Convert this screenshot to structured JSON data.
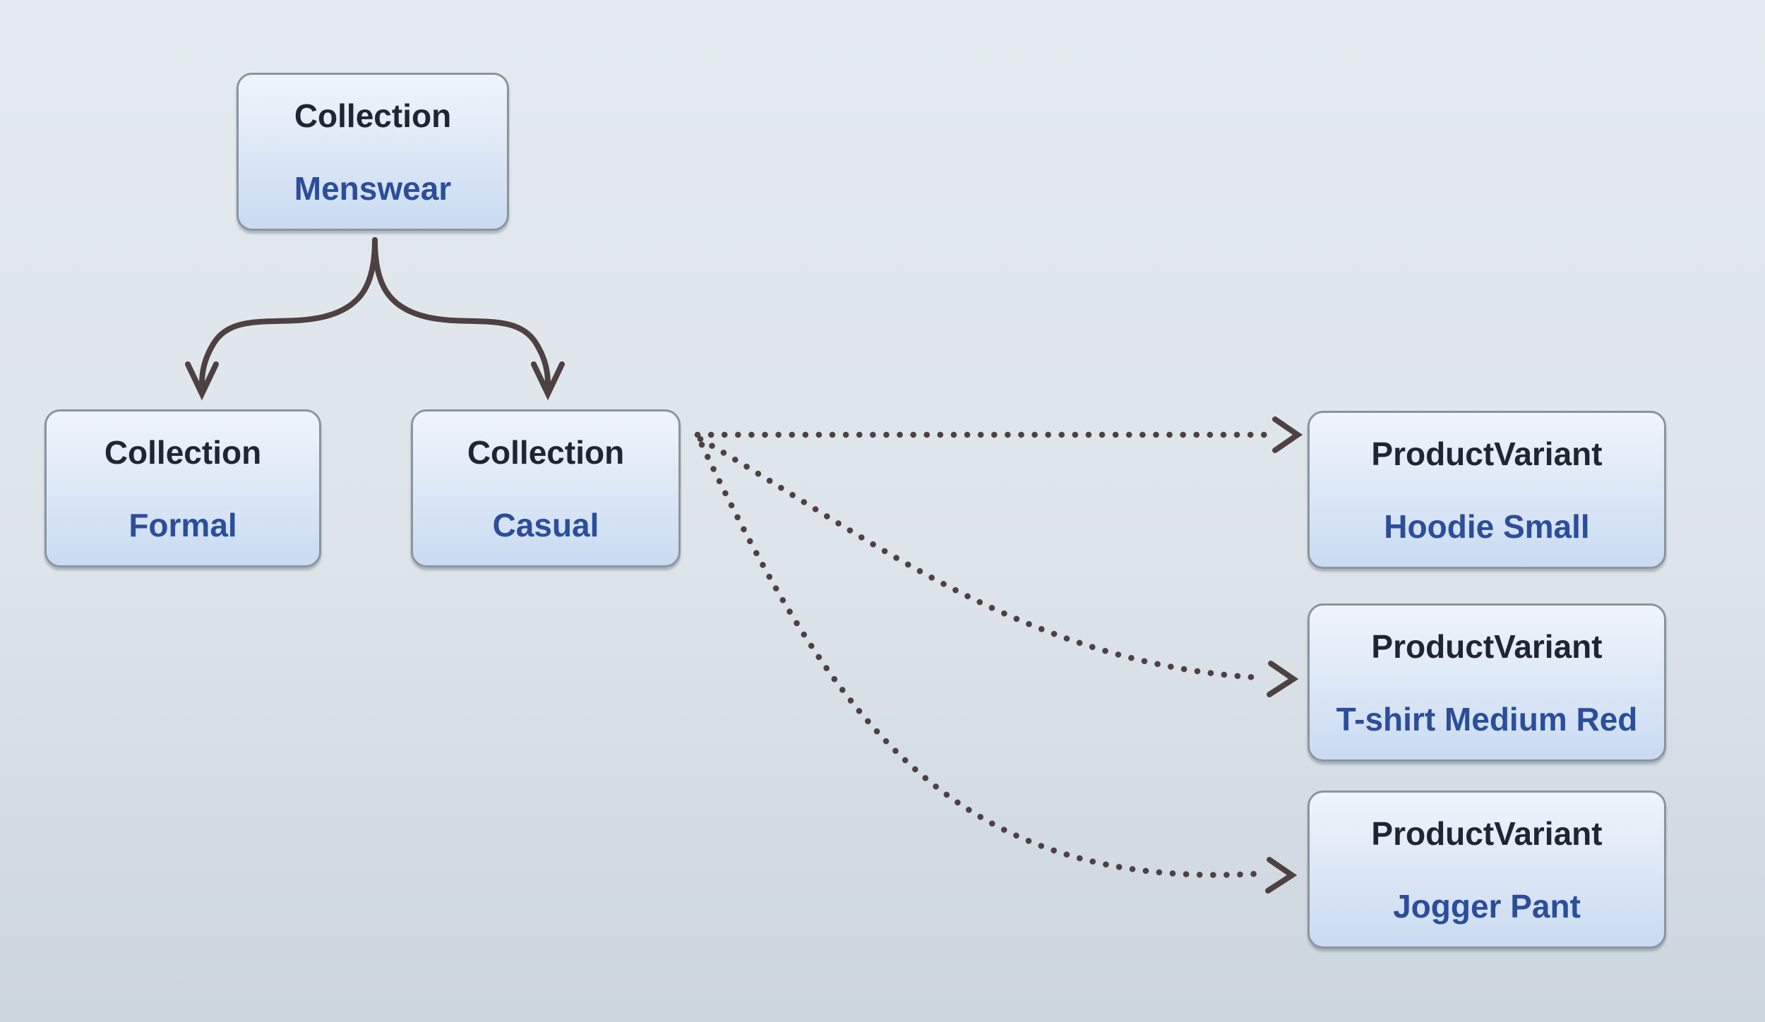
{
  "diagram": {
    "nodes": [
      {
        "type": "Collection",
        "name": "Menswear"
      },
      {
        "type": "Collection",
        "name": "Formal"
      },
      {
        "type": "Collection",
        "name": "Casual"
      },
      {
        "type": "ProductVariant",
        "name": "Hoodie Small"
      },
      {
        "type": "ProductVariant",
        "name": "T-shirt Medium Red"
      },
      {
        "type": "ProductVariant",
        "name": "Jogger Pant"
      }
    ],
    "edges": [
      {
        "from": "Menswear",
        "to": "Formal",
        "style": "solid-curved-arrow"
      },
      {
        "from": "Menswear",
        "to": "Casual",
        "style": "solid-curved-arrow"
      },
      {
        "from": "Casual",
        "to": "Hoodie Small",
        "style": "dotted-arrow"
      },
      {
        "from": "Casual",
        "to": "T-shirt Medium Red",
        "style": "dotted-arrow"
      },
      {
        "from": "Casual",
        "to": "Jogger Pant",
        "style": "dotted-arrow"
      }
    ],
    "colors": {
      "bg_top": "#e4eaef",
      "bg_bottom": "#ccd6de",
      "node_fill_top": "#f0f4fb",
      "node_fill_bottom": "#c9dbf1",
      "node_border": "#8b959c",
      "type_text": "#1f2531",
      "name_text": "#2c4d99",
      "arrow": "#4e4141"
    }
  }
}
